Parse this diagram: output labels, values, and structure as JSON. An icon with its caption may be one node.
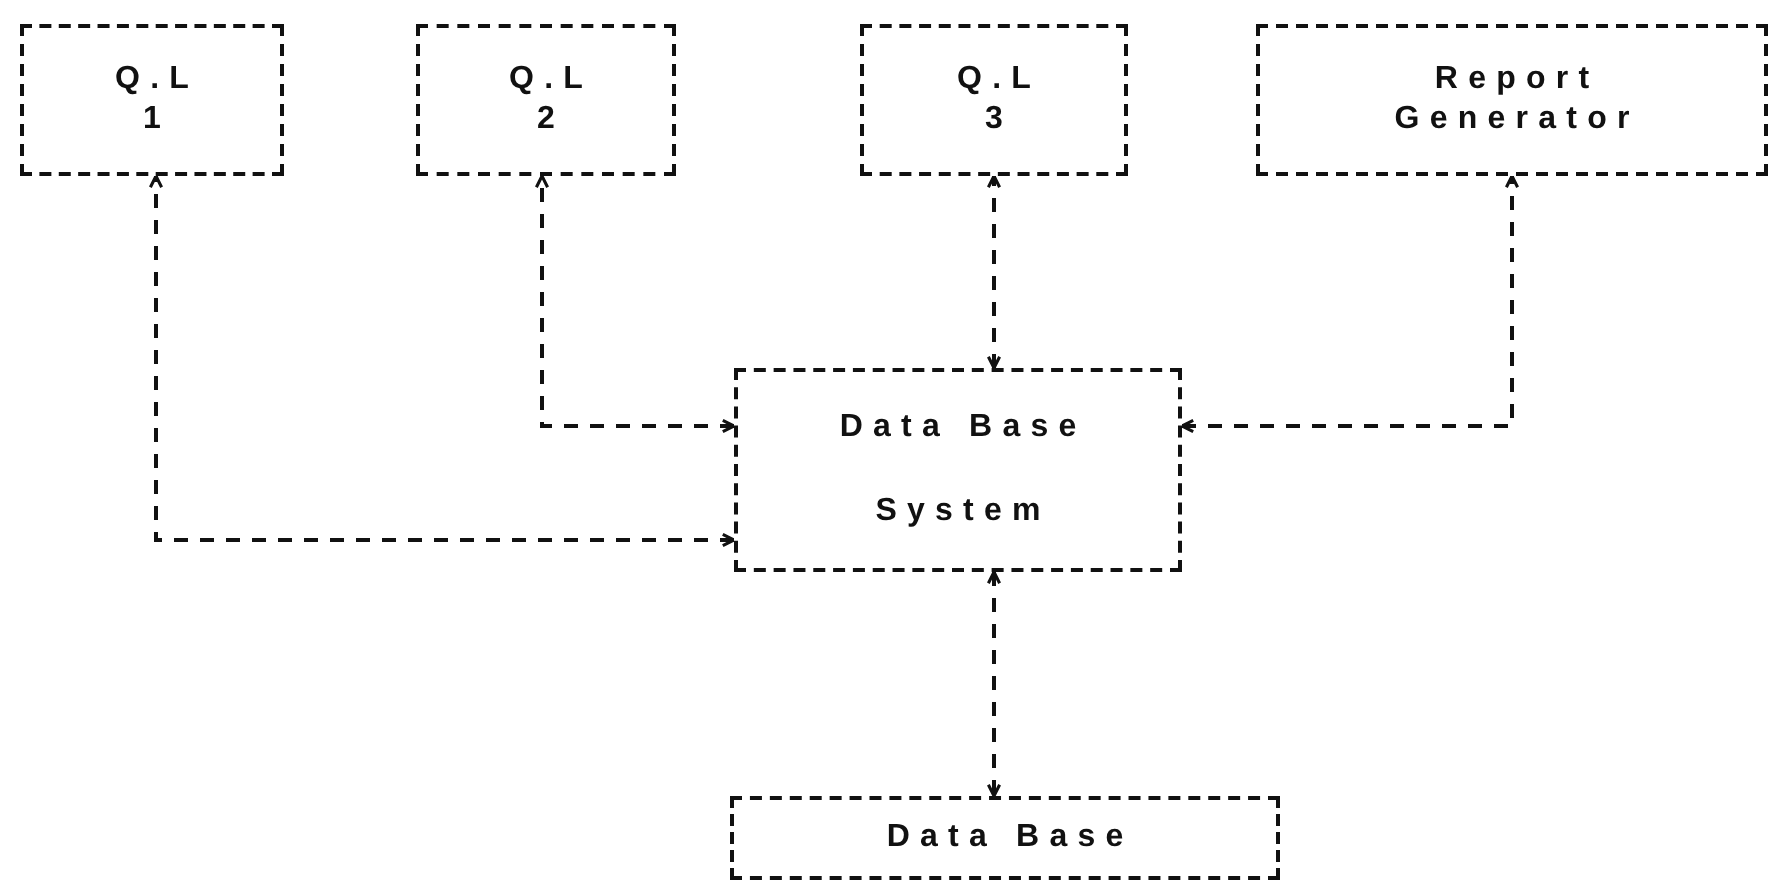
{
  "diagram": {
    "nodes": [
      {
        "text": [
          "Q.L 1"
        ]
      },
      {
        "text": [
          "Q.L 2"
        ]
      },
      {
        "text": [
          "Q.L 3"
        ]
      },
      {
        "text": [
          "Report Generator"
        ]
      },
      {
        "text": [
          "Data Base",
          "System"
        ]
      },
      {
        "text": [
          "Data Base"
        ]
      }
    ],
    "edges": [
      {
        "from": 4,
        "to": 0,
        "arrow": "both"
      },
      {
        "from": 4,
        "to": 1,
        "arrow": "both"
      },
      {
        "from": 4,
        "to": 2,
        "arrow": "both"
      },
      {
        "from": 4,
        "to": 3,
        "arrow": "both"
      },
      {
        "from": 4,
        "to": 5,
        "arrow": "both"
      }
    ]
  }
}
